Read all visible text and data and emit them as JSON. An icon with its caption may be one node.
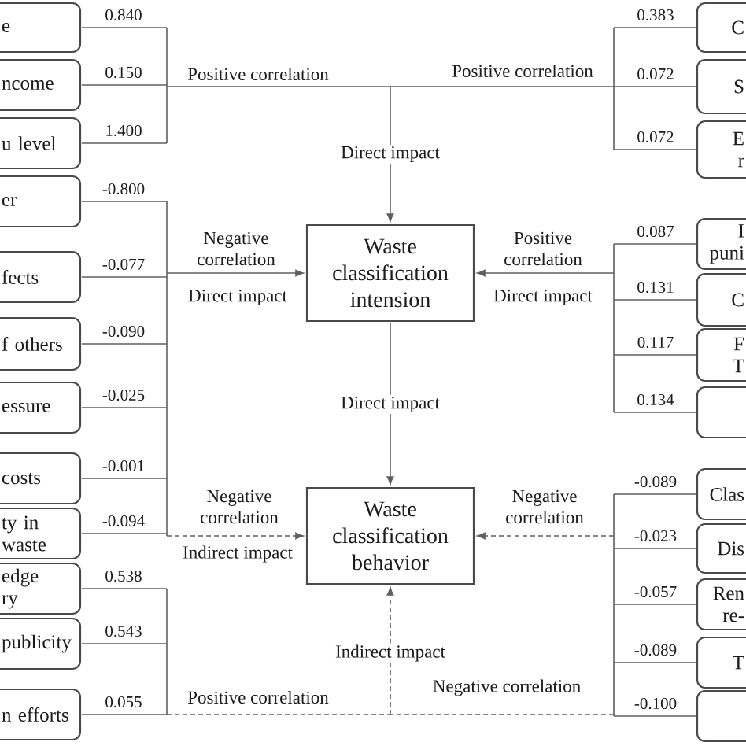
{
  "diagram": {
    "nodes": [
      {
        "text": [
          "e"
        ]
      },
      {
        "text": [
          "ncome"
        ]
      },
      {
        "text": [
          "u level"
        ]
      },
      {
        "text": [
          "er"
        ]
      },
      {
        "text": [
          "fects"
        ]
      },
      {
        "text": [
          "f others"
        ]
      },
      {
        "text": [
          "essure"
        ]
      },
      {
        "text": [
          "costs"
        ]
      },
      {
        "text": [
          "ty in waste"
        ]
      },
      {
        "text": [
          "edge ry"
        ]
      },
      {
        "text": [
          "publicity"
        ]
      },
      {
        "text": [
          "n efforts"
        ]
      },
      {
        "text": [
          "Waste classification intension"
        ]
      },
      {
        "text": [
          "Waste classification behavior"
        ]
      },
      {
        "text": [
          "C"
        ]
      },
      {
        "text": [
          "S"
        ]
      },
      {
        "text": [
          "E r"
        ]
      },
      {
        "text": [
          "I puni"
        ]
      },
      {
        "text": [
          "C"
        ]
      },
      {
        "text": [
          "F T"
        ]
      },
      {
        "text": [],
        "shape": "box"
      },
      {
        "text": [
          "Clas"
        ]
      },
      {
        "text": [
          "Dis"
        ]
      },
      {
        "text": [
          "Ren re-"
        ]
      },
      {
        "text": [
          "T"
        ]
      },
      {
        "text": [],
        "shape": "box"
      }
    ],
    "edges": [
      {
        "from": 0,
        "to": 12,
        "arrow": "to",
        "label": "0.840"
      },
      {
        "from": 1,
        "to": 12,
        "arrow": "to",
        "label": "0.150"
      },
      {
        "from": 2,
        "to": 12,
        "arrow": "to",
        "label": "1.400"
      },
      {
        "from": 14,
        "to": 12,
        "arrow": "to",
        "label": "0.383"
      },
      {
        "from": 15,
        "to": 12,
        "arrow": "to",
        "label": "0.072"
      },
      {
        "from": 16,
        "to": 12,
        "arrow": "to",
        "label": "0.072"
      },
      {
        "from": 3,
        "to": 12,
        "arrow": "to",
        "label": "-0.800"
      },
      {
        "from": 4,
        "to": 12,
        "arrow": "to",
        "label": "-0.077"
      },
      {
        "from": 5,
        "to": 12,
        "arrow": "to",
        "label": "-0.090"
      },
      {
        "from": 6,
        "to": 12,
        "arrow": "to",
        "label": "-0.025"
      },
      {
        "from": 7,
        "to": 12,
        "arrow": "to",
        "label": "-0.001"
      },
      {
        "from": 8,
        "to": 12,
        "arrow": "to",
        "label": "-0.094"
      },
      {
        "from": 3,
        "to": 13,
        "arrow": "to"
      },
      {
        "from": 4,
        "to": 13,
        "arrow": "to"
      },
      {
        "from": 5,
        "to": 13,
        "arrow": "to"
      },
      {
        "from": 6,
        "to": 13,
        "arrow": "to"
      },
      {
        "from": 7,
        "to": 13,
        "arrow": "to"
      },
      {
        "from": 8,
        "to": 13,
        "arrow": "to"
      },
      {
        "from": 17,
        "to": 12,
        "arrow": "to",
        "label": "0.087"
      },
      {
        "from": 18,
        "to": 12,
        "arrow": "to",
        "label": "0.131"
      },
      {
        "from": 19,
        "to": 12,
        "arrow": "to",
        "label": "0.117"
      },
      {
        "from": 20,
        "to": 12,
        "arrow": "to",
        "label": "0.134"
      },
      {
        "from": 21,
        "to": 13,
        "arrow": "to",
        "style": "dashed",
        "label": "-0.089"
      },
      {
        "from": 22,
        "to": 13,
        "arrow": "to",
        "style": "dashed",
        "label": "-0.023"
      },
      {
        "from": 23,
        "to": 13,
        "arrow": "to",
        "style": "dashed",
        "label": "-0.057"
      },
      {
        "from": 24,
        "to": 13,
        "arrow": "to",
        "style": "dashed",
        "label": "-0.089"
      },
      {
        "from": 25,
        "to": 13,
        "arrow": "to",
        "style": "dashed",
        "label": "-0.100"
      },
      {
        "from": 9,
        "to": 13,
        "arrow": "to",
        "style": "dashed",
        "label": "0.538"
      },
      {
        "from": 10,
        "to": 13,
        "arrow": "to",
        "style": "dashed",
        "label": "0.543"
      },
      {
        "from": 11,
        "to": 13,
        "arrow": "to",
        "style": "dashed",
        "label": "0.055"
      },
      {
        "from": 12,
        "to": 13,
        "arrow": "to",
        "label": "Direct impact"
      }
    ],
    "labels": [
      "Positive correlation",
      "Positive correlation",
      "Direct impact",
      "Negative correlation",
      "Positive correlation",
      "Direct impact",
      "Direct impact",
      "Negative correlation",
      "Negative correlation",
      "Indirect impact",
      "Indirect impact",
      "Positive correlation",
      "Negative correlation"
    ]
  }
}
